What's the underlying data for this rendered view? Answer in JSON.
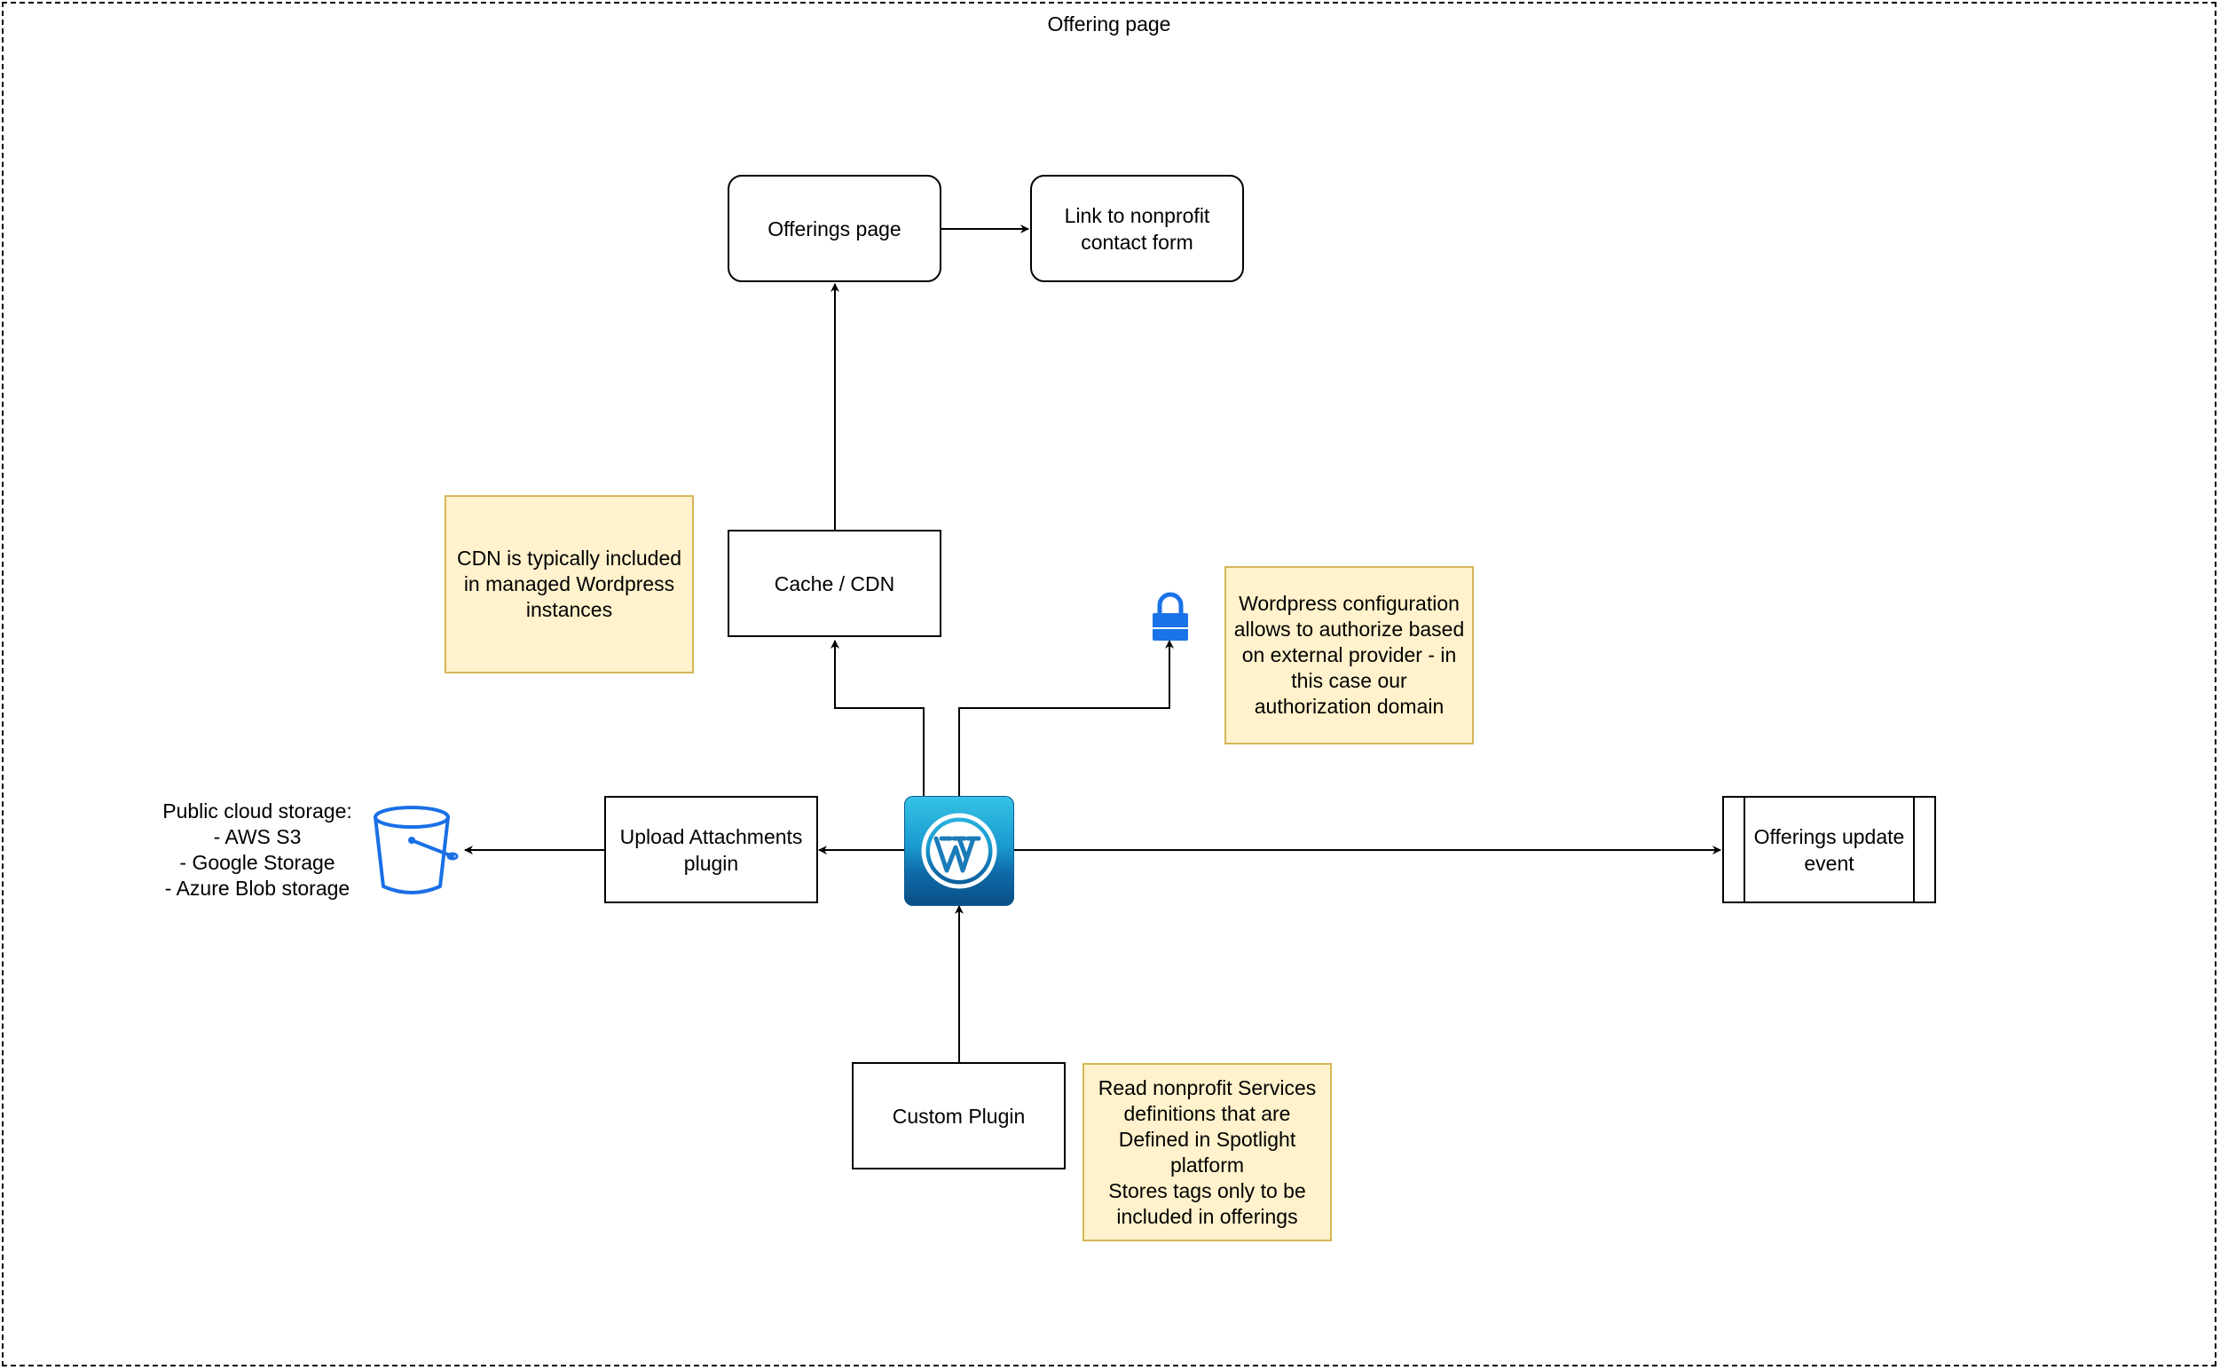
{
  "frame": {
    "title": "Offering page"
  },
  "nodes": {
    "offerings_page": "Offerings page",
    "contact_link": "Link to nonprofit\ncontact form",
    "cache_cdn": "Cache / CDN",
    "upload_plugin": "Upload Attachments\nplugin",
    "custom_plugin": "Custom Plugin",
    "update_event": "Offerings update\nevent",
    "storage_label": "Public cloud storage:\n- AWS S3\n- Google Storage\n- Azure Blob storage"
  },
  "notes": {
    "cdn_note": "CDN is typically included\nin managed Wordpress\ninstances",
    "auth_note": "Wordpress configuration\nallows to authorize based\non external provider - in\nthis case our\nauthorization domain",
    "services_note": "Read nonprofit Services\ndefinitions that are\nDefined in Spotlight\nplatform\nStores tags only to be\nincluded in offerings"
  },
  "icons": {
    "wordpress": "wordpress-icon",
    "lock": "lock-icon",
    "bucket": "storage-bucket-icon"
  },
  "colors": {
    "note_fill": "#fff2cc",
    "note_border": "#d6b656",
    "icon_blue": "#1a6fe6",
    "lock_blue": "#1a73e8",
    "wordpress_blue": "#1b9bd0"
  }
}
